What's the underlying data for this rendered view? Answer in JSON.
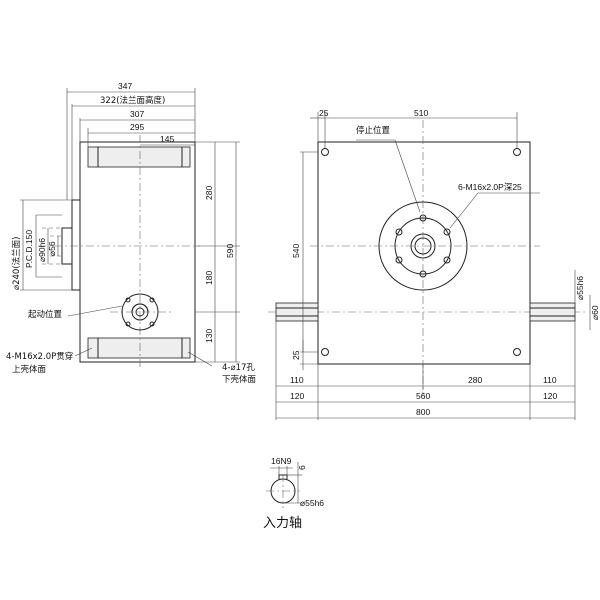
{
  "front_view": {
    "dims": {
      "d347": "347",
      "d322": "322(法兰面高度)",
      "d307": "307",
      "d295": "295",
      "d145": "145",
      "d280": "280",
      "d180": "180",
      "d130": "130",
      "d590": "590",
      "d240": "⌀240(法兰面)",
      "dpcd": "P.C.D.150",
      "d90": "⌀90h6",
      "d56": "⌀56"
    },
    "labels": {
      "start_pos": "起动位置",
      "tap_holes": "4-M16x2.0P贯穿",
      "upper_face": "上壳体面",
      "through_holes": "4-⌀17孔",
      "lower_face": "下壳体面"
    }
  },
  "side_view": {
    "dims": {
      "d25_top": "25",
      "d510": "510",
      "d540": "540",
      "d25_left": "25",
      "d110_left": "110",
      "d280": "280",
      "d110_right": "110",
      "d120_left": "120",
      "d560": "560",
      "d120_right": "120",
      "d800": "800",
      "d55h6": "⌀55h6",
      "d60": "⌀60"
    },
    "labels": {
      "stop_pos": "停止位置",
      "holes": "6-M16x2.0P深25"
    }
  },
  "shaft_view": {
    "dims": {
      "key": "16N9",
      "depth": "6",
      "dia": "⌀55h6"
    },
    "title": "入力轴"
  }
}
